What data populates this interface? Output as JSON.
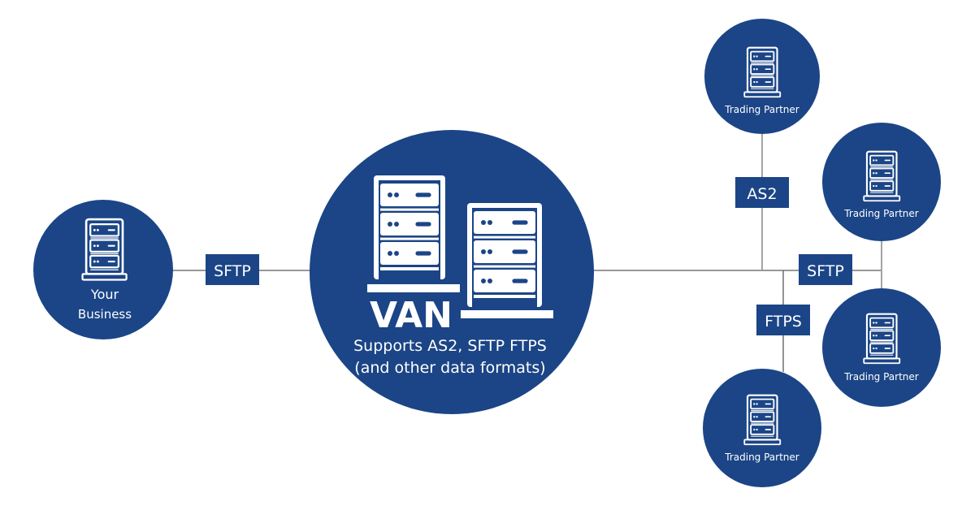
{
  "diagram": {
    "title": "",
    "colors": {
      "node": "#1b4586",
      "text": "#ffffff",
      "connector": "#5a5a5a",
      "background": "#ffffff"
    },
    "nodes": {
      "your_business": {
        "label_line1": "Your",
        "label_line2": "Business",
        "icon": "server-rack-icon"
      },
      "van": {
        "title": "VAN",
        "subtitle_line1": "Supports AS2, SFTP FTPS",
        "subtitle_line2": "(and other data formats)",
        "icon": "server-racks-icon"
      },
      "partners": [
        {
          "label": "Trading Partner",
          "icon": "server-rack-icon",
          "protocol": "AS2"
        },
        {
          "label": "Trading Partner",
          "icon": "server-rack-icon",
          "protocol": "SFTP"
        },
        {
          "label": "Trading Partner",
          "icon": "server-rack-icon",
          "protocol": "SFTP"
        },
        {
          "label": "Trading Partner",
          "icon": "server-rack-icon",
          "protocol": "FTPS"
        }
      ]
    },
    "connections": {
      "business_to_van": "SFTP",
      "to_top_partner": "AS2",
      "to_right_partners": "SFTP",
      "to_bottom_partner": "FTPS"
    }
  }
}
